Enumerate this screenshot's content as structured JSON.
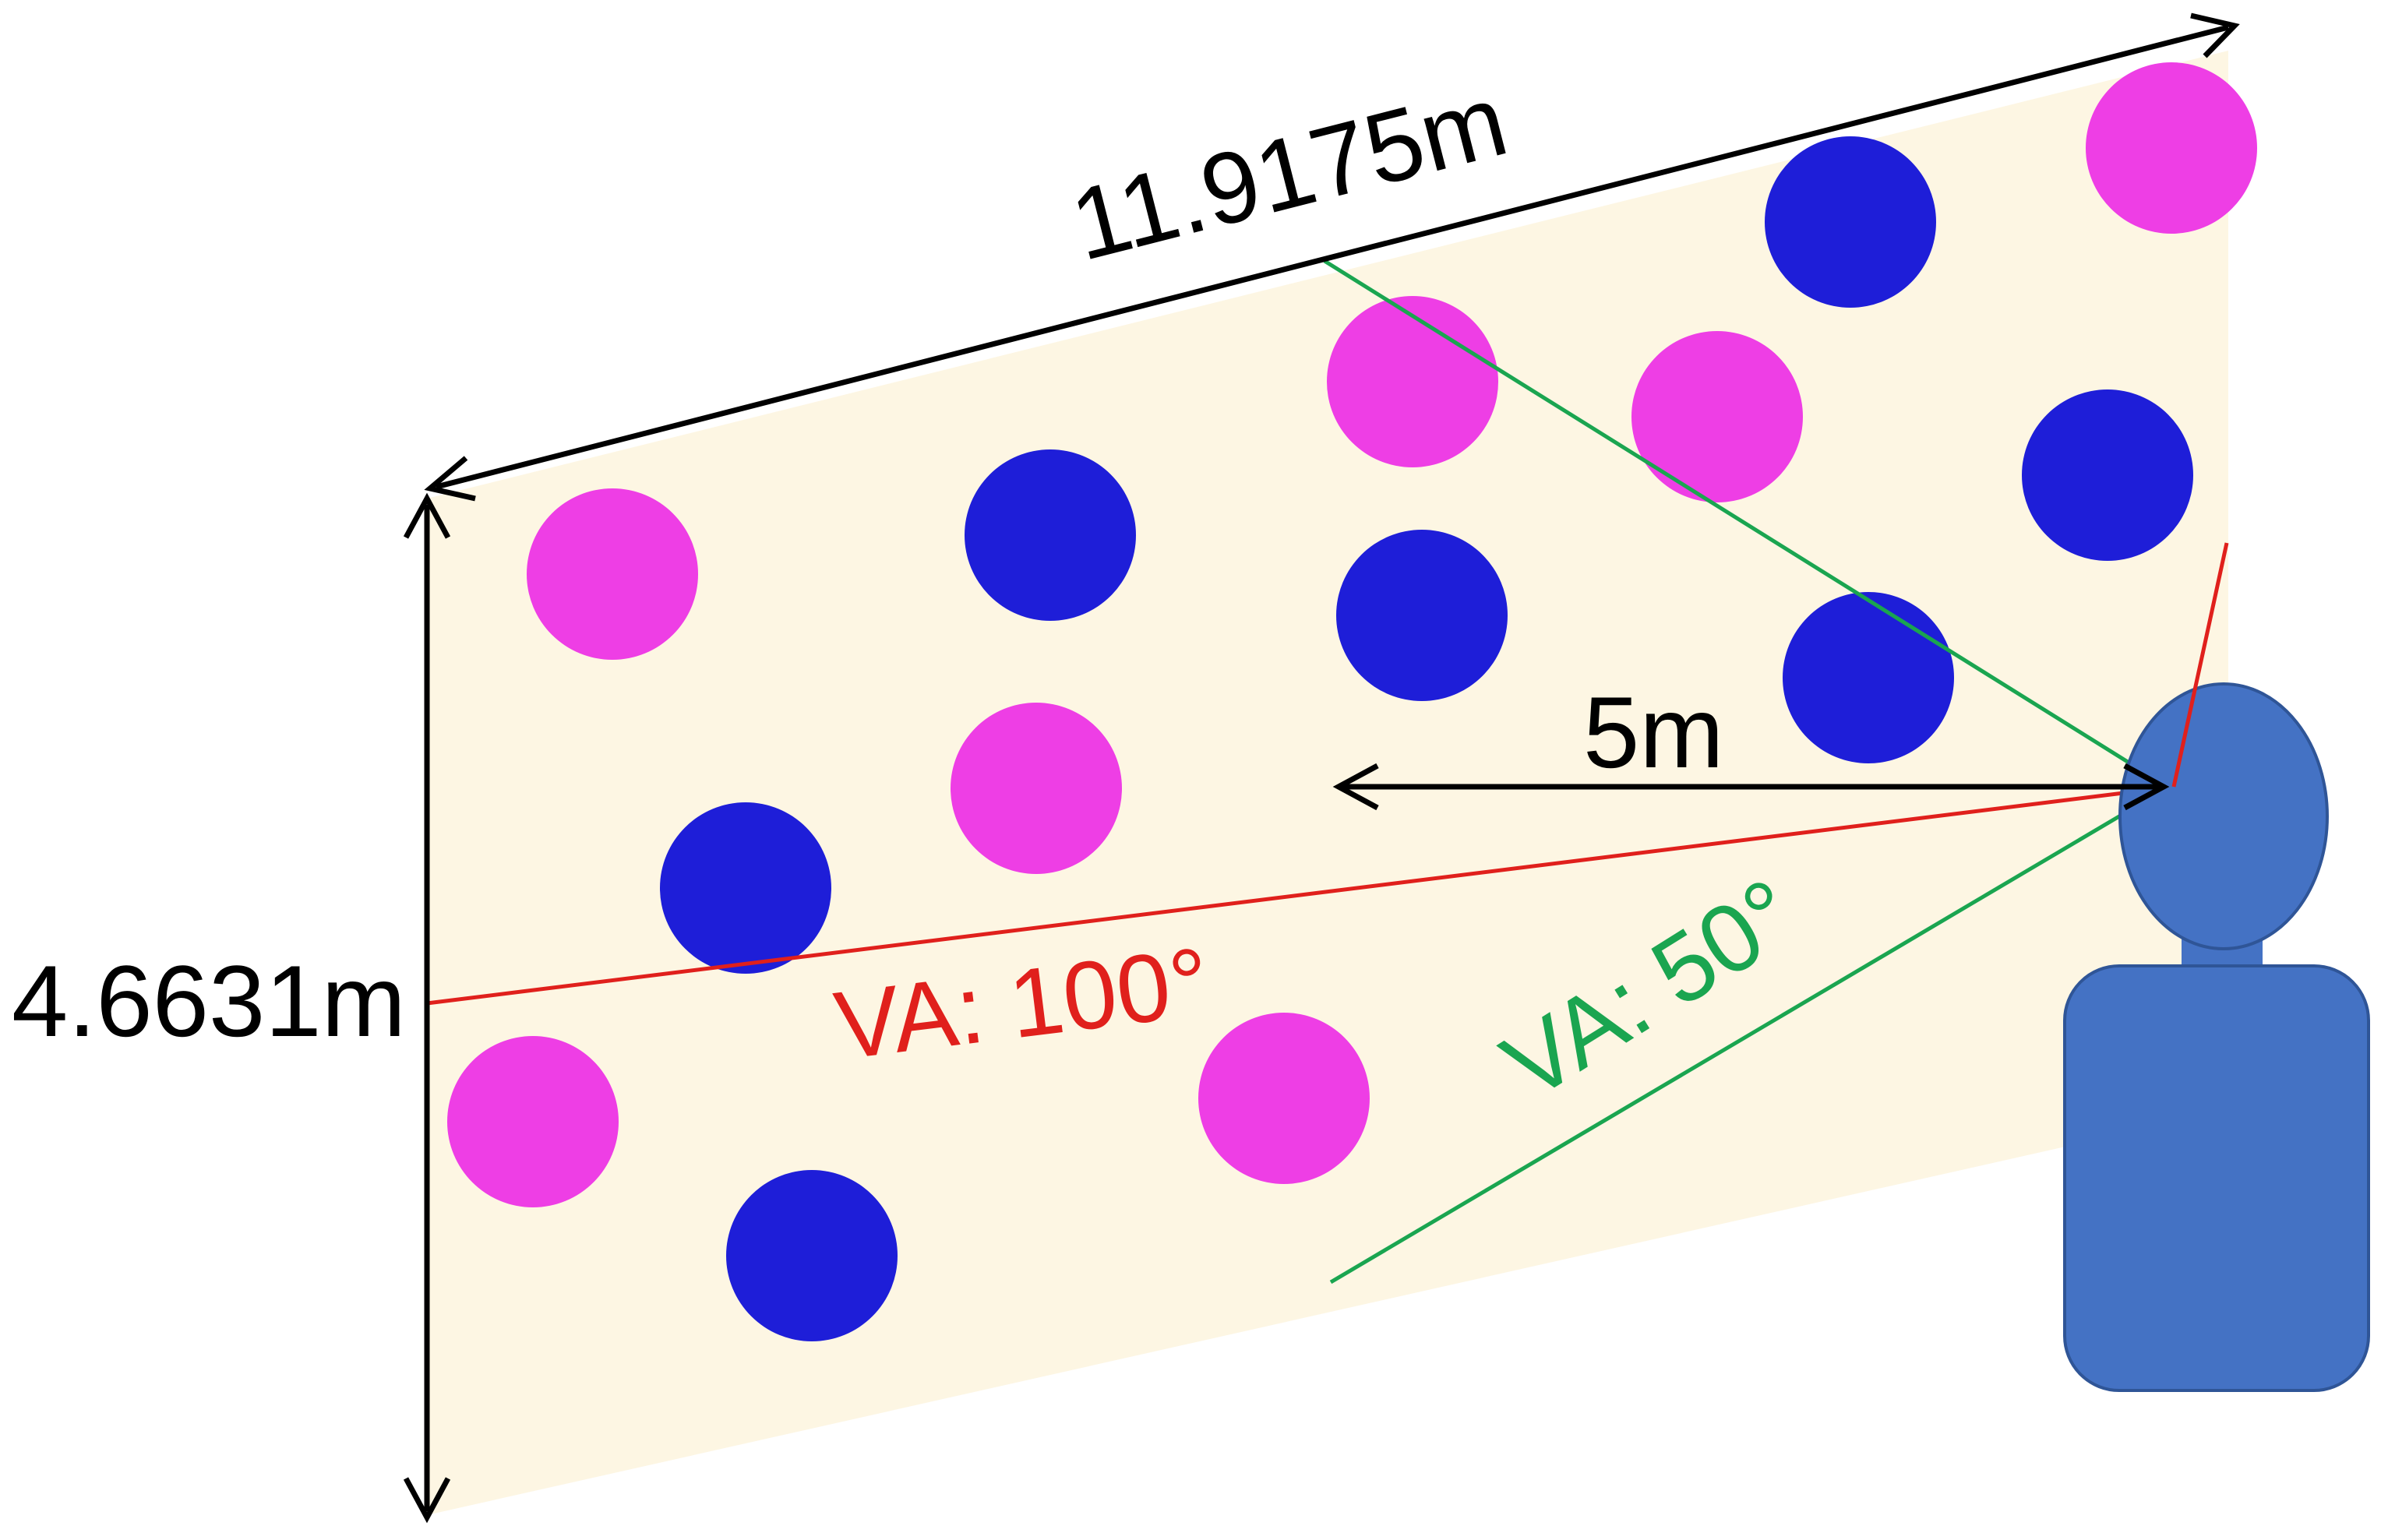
{
  "dimensions": {
    "width_label": "11.9175m",
    "height_label": "4.6631m",
    "distance_label": "5m"
  },
  "view_angles": [
    {
      "label": "VA: 100°",
      "color": "#e0201c"
    },
    {
      "label": "VA: 50°",
      "color": "#1aa550"
    }
  ],
  "colors": {
    "wall": "#fdf6e3",
    "magenta_dot": "#ee3ee5",
    "blue_dot": "#1e1ed8",
    "person": "#4472c4",
    "person_outline": "#2f5597",
    "arrows": "#000000"
  },
  "dots": [
    {
      "color": "magenta"
    },
    {
      "color": "blue"
    },
    {
      "color": "magenta"
    },
    {
      "color": "blue"
    },
    {
      "color": "magenta"
    },
    {
      "color": "blue"
    },
    {
      "color": "magenta"
    },
    {
      "color": "blue"
    },
    {
      "color": "magenta"
    },
    {
      "color": "magenta"
    },
    {
      "color": "blue"
    },
    {
      "color": "blue"
    },
    {
      "color": "blue"
    },
    {
      "color": "magenta"
    },
    {
      "color": "blue"
    },
    {
      "color": "magenta"
    }
  ]
}
